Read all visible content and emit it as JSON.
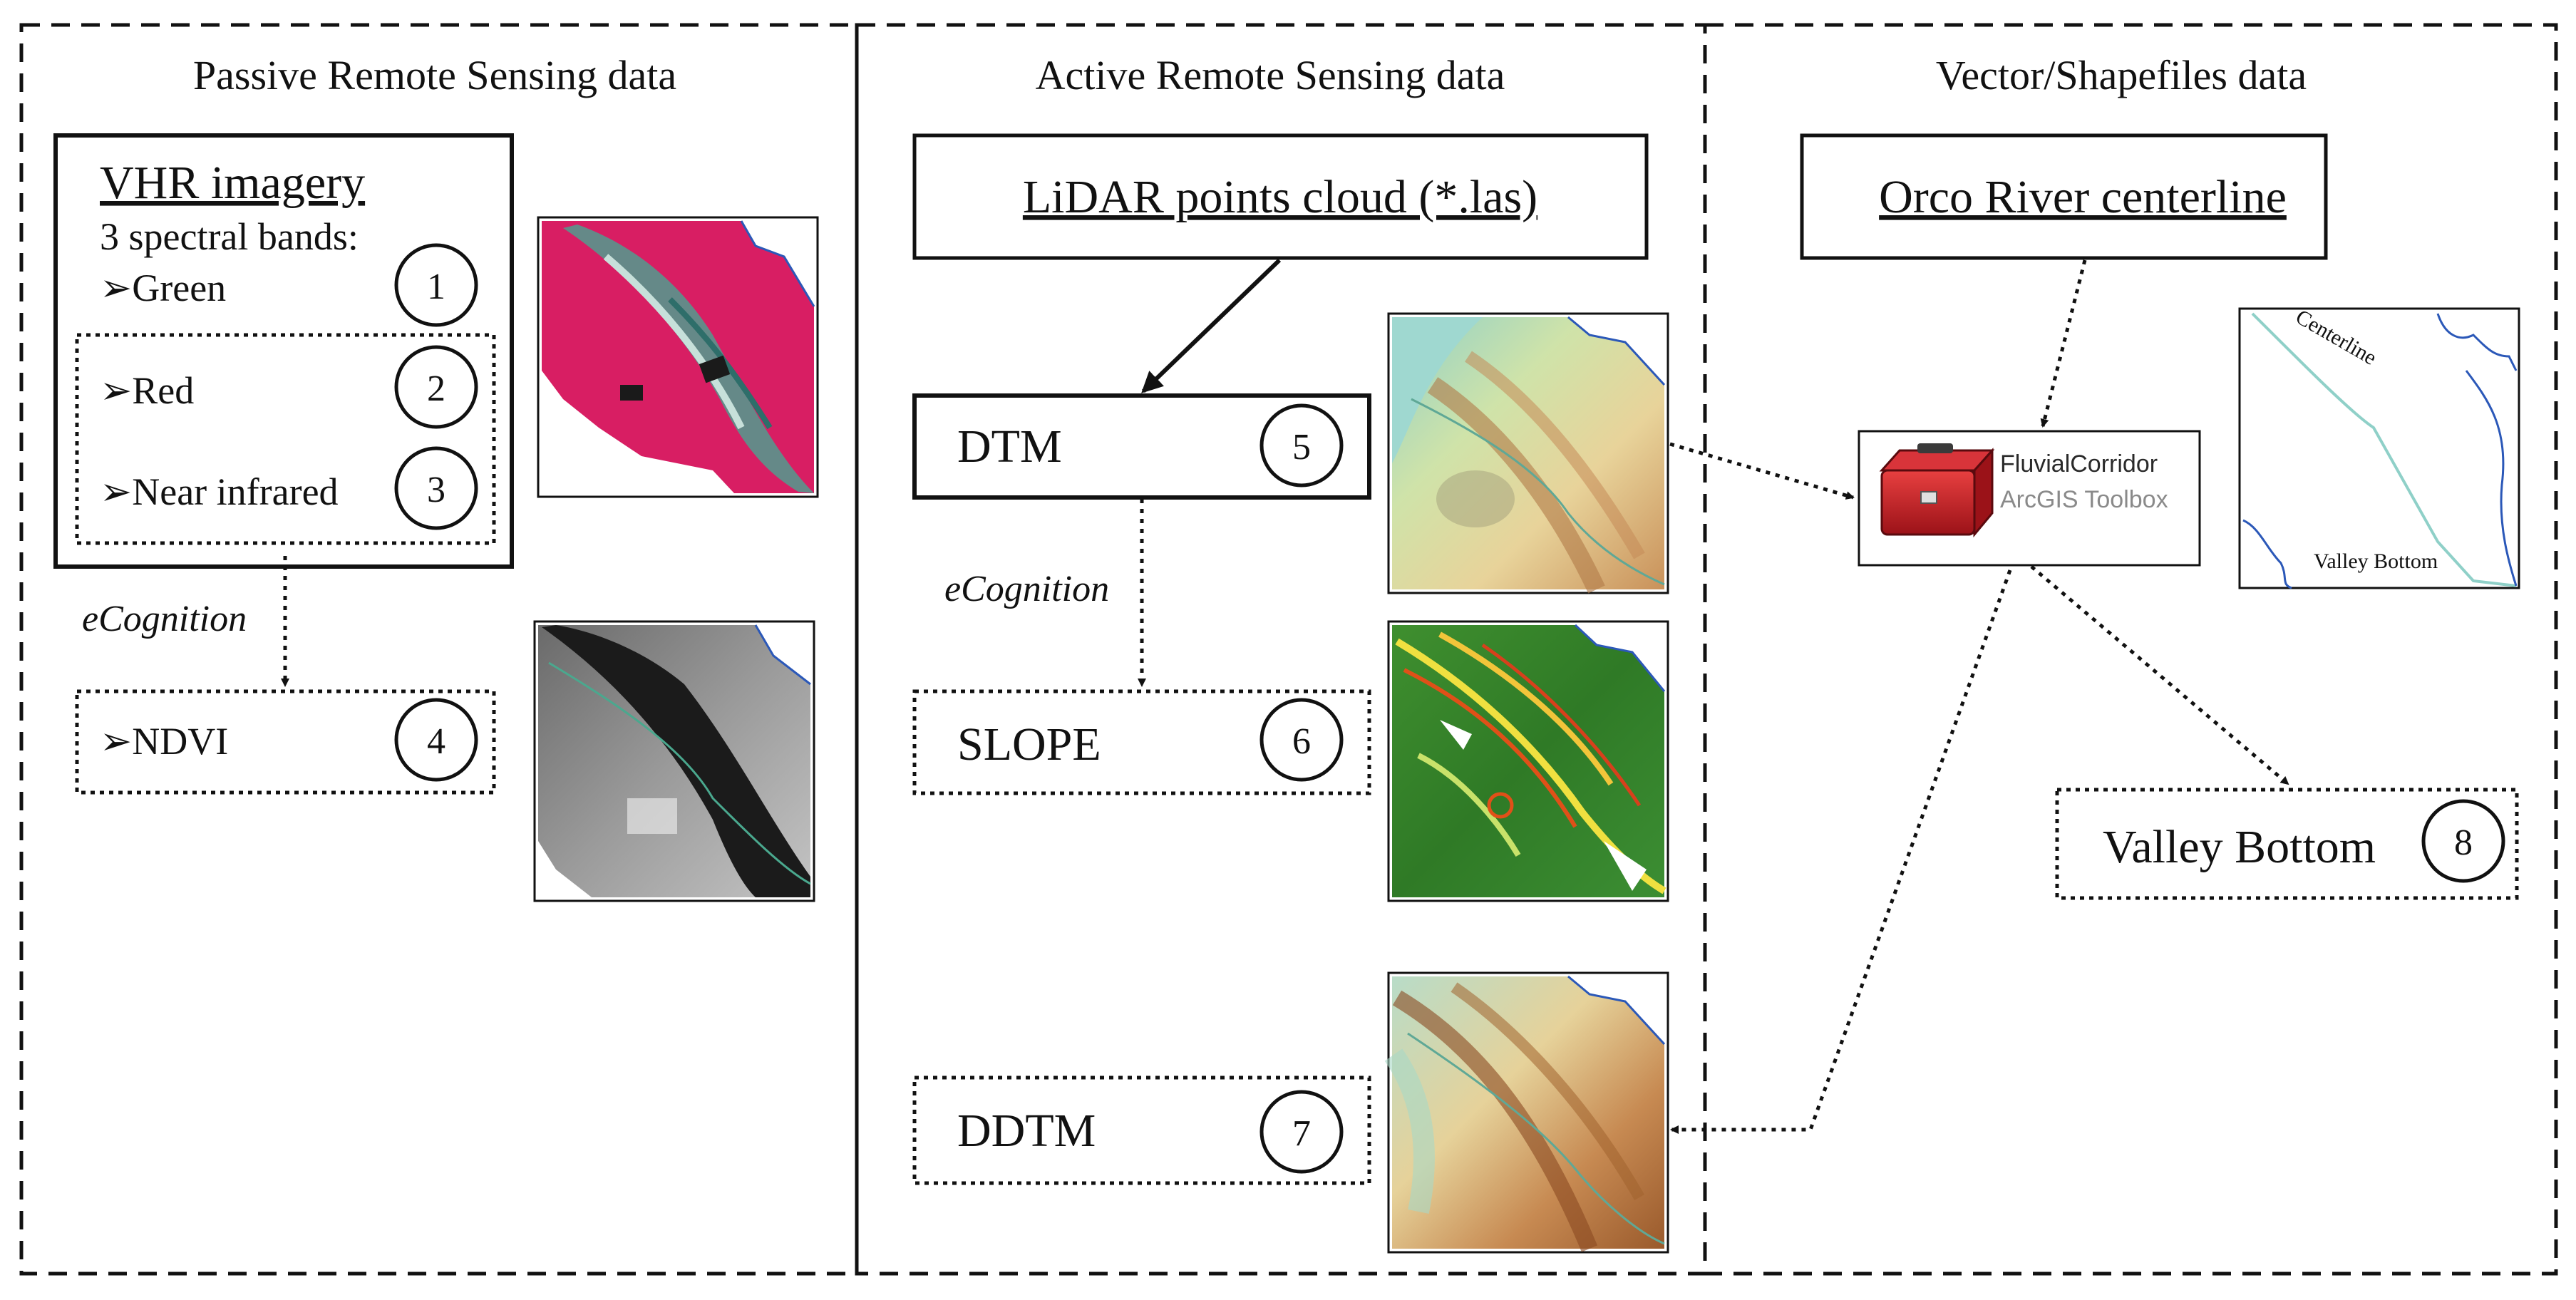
{
  "panels": {
    "passive": {
      "title": "Passive Remote Sensing data"
    },
    "active": {
      "title": "Active Remote Sensing data"
    },
    "vector": {
      "title": "Vector/Shapefiles data"
    }
  },
  "vhr": {
    "title": "VHR imagery",
    "subtitle": "3 spectral bands:",
    "bands": [
      {
        "label": "➢Green",
        "num": "1"
      },
      {
        "label": "➢Red",
        "num": "2"
      },
      {
        "label": "➢Near infrared",
        "num": "3"
      }
    ]
  },
  "ndvi": {
    "label": "➢NDVI",
    "num": "4"
  },
  "ecognition": "eCognition",
  "lidar": {
    "label": "LiDAR points cloud (*.las)"
  },
  "dtm": {
    "label": "DTM",
    "num": "5"
  },
  "slope": {
    "label": "SLOPE",
    "num": "6"
  },
  "ddtm": {
    "label": "DDTM",
    "num": "7"
  },
  "orco": {
    "label": "Orco River centerline"
  },
  "toolbox": {
    "line1": "FluvialCorridor",
    "line2": "ArcGIS Toolbox"
  },
  "valley": {
    "label": "Valley Bottom",
    "num": "8"
  },
  "map_labels": {
    "centerline": "Centerline",
    "valley_bottom": "Valley Bottom"
  },
  "colors": {
    "frame": "#111111",
    "false_color": "#d81e63",
    "river_green": "#5fa896",
    "boundary_blue": "#2b58b8",
    "toolbox_red": "#c8202a"
  }
}
